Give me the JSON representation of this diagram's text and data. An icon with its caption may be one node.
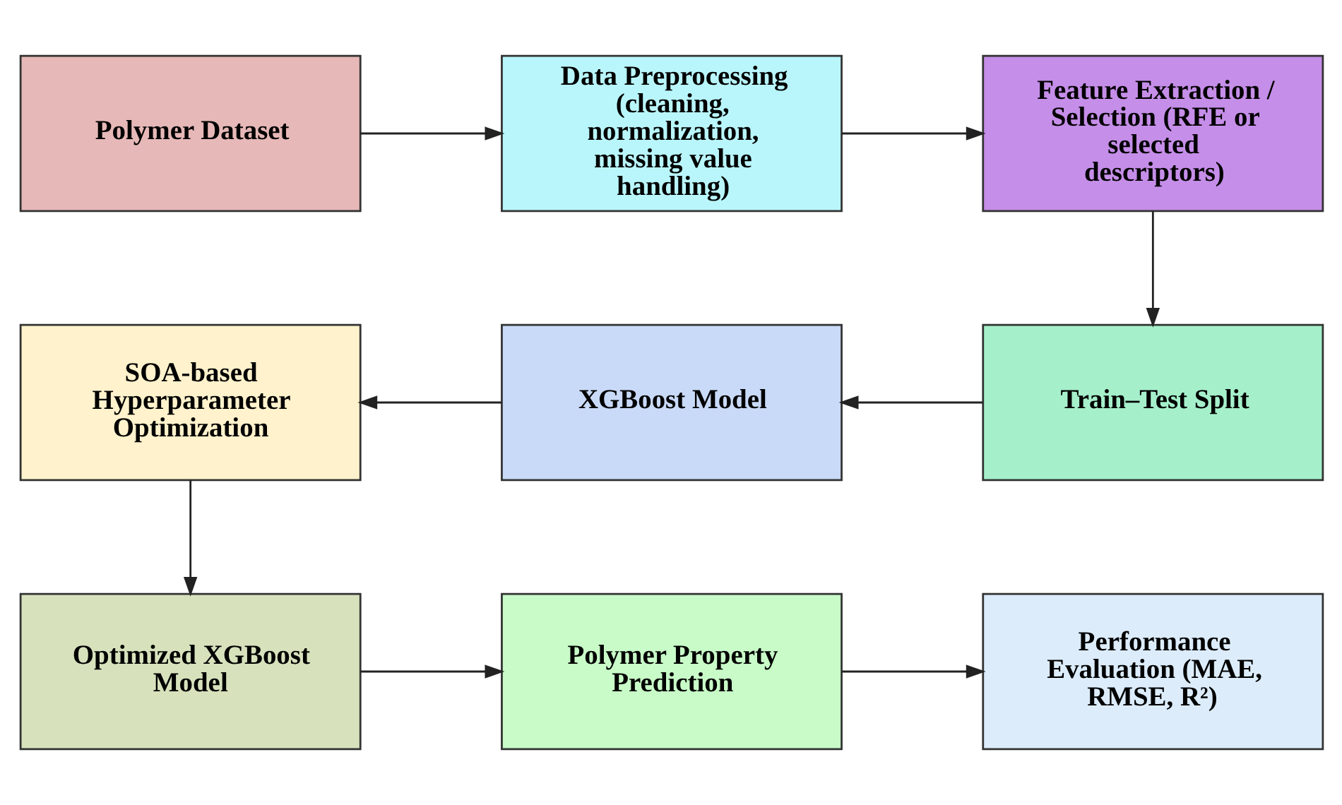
{
  "diagram": {
    "nodes": [
      {
        "text": [
          "Polymer Dataset"
        ]
      },
      {
        "text": [
          "Data Preprocessing (cleaning, normalization, missing value handling)"
        ]
      },
      {
        "text": [
          "Feature Extraction / Selection (RFE or selected descriptors)"
        ]
      },
      {
        "text": [
          "SOA-based Hyperparameter Optimization"
        ]
      },
      {
        "text": [
          "XGBoost Model"
        ]
      },
      {
        "text": [
          "Train–Test Split"
        ]
      },
      {
        "text": [
          "Optimized XGBoost Model"
        ]
      },
      {
        "text": [
          "Polymer Property Prediction"
        ]
      },
      {
        "text": [
          "Performance Evaluation (MAE, RMSE, R²)"
        ]
      }
    ],
    "edges": [
      {
        "from": 0,
        "to": 1,
        "arrow": "to"
      },
      {
        "from": 1,
        "to": 2,
        "arrow": "to"
      },
      {
        "from": 2,
        "to": 5,
        "arrow": "to"
      },
      {
        "from": 5,
        "to": 4,
        "arrow": "to"
      },
      {
        "from": 4,
        "to": 3,
        "arrow": "to"
      },
      {
        "from": 3,
        "to": 6,
        "arrow": "to"
      },
      {
        "from": 6,
        "to": 7,
        "arrow": "to"
      },
      {
        "from": 7,
        "to": 8,
        "arrow": "to"
      }
    ]
  }
}
